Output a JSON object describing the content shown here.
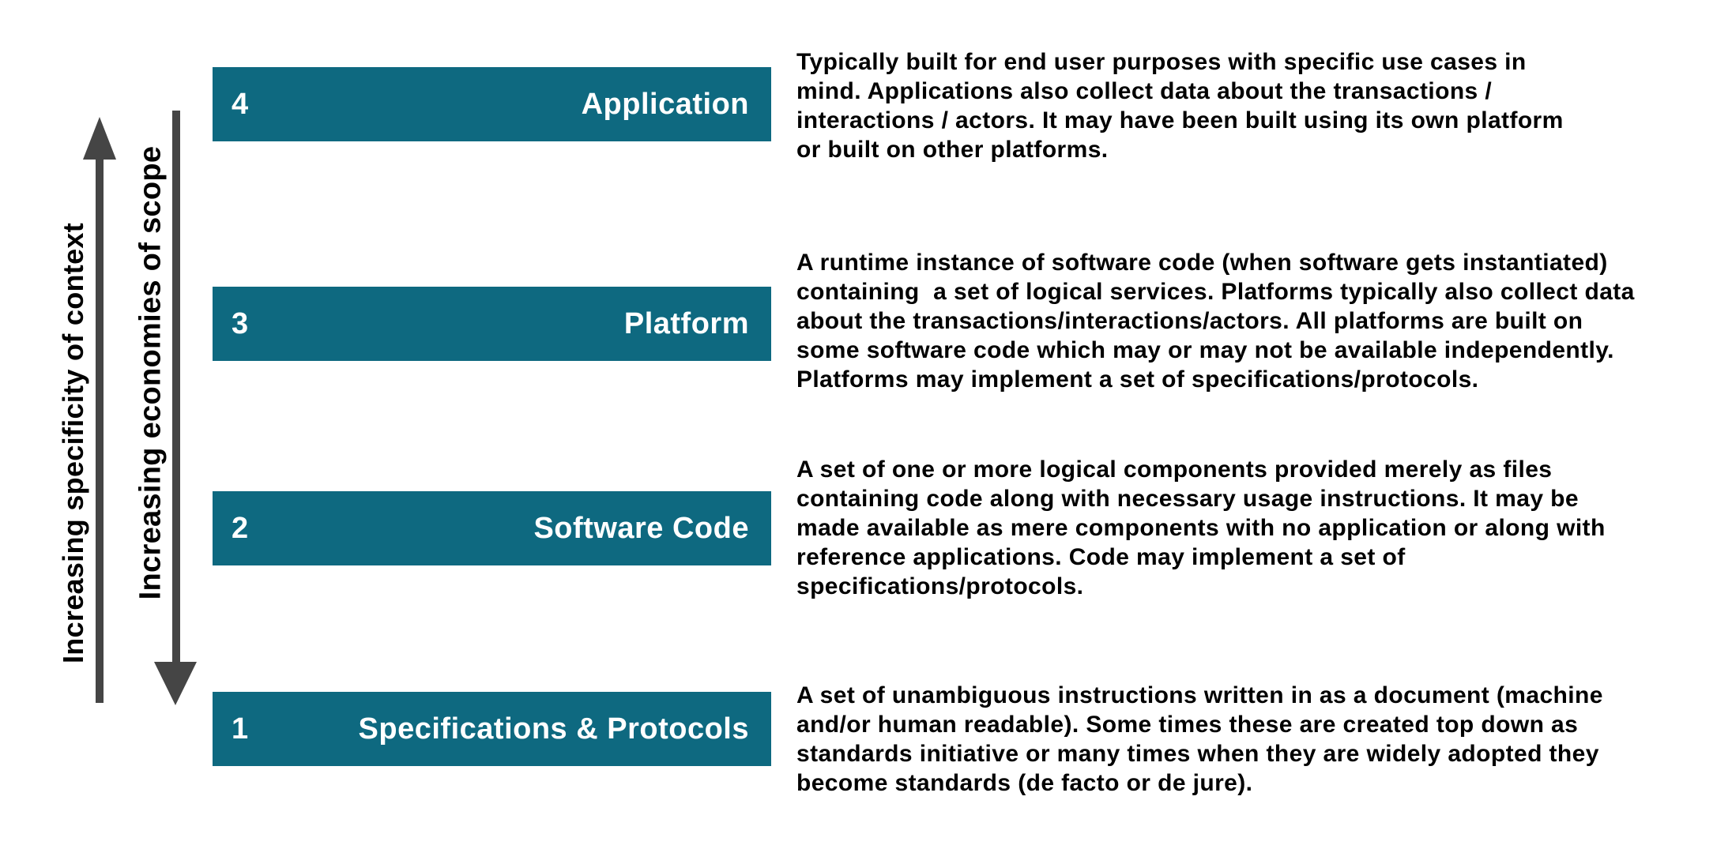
{
  "colors": {
    "bar_fill": "#0e6980",
    "bar_text": "#ffffff",
    "arrow": "#454545",
    "body_text": "#000000",
    "background": "#ffffff"
  },
  "axes": {
    "context_label": "Increasing specificity of context",
    "scope_label": "Increasing economies of scope"
  },
  "layers": [
    {
      "number": "4",
      "label": "Application",
      "description_lines": [
        "Typically built for end user purposes with specific use cases in",
        "mind. Applications also collect data about the transactions /",
        "interactions / actors. It may have been built using its own platform",
        "or built on other platforms."
      ]
    },
    {
      "number": "3",
      "label": "Platform",
      "description_lines": [
        "A runtime instance of software code (when software gets instantiated)",
        "containing  a set of logical services. Platforms typically also collect data",
        "about the transactions/interactions/actors. All platforms are built on",
        "some software code which may or may not be available independently.",
        "Platforms may implement a set of specifications/protocols."
      ]
    },
    {
      "number": "2",
      "label": "Software Code",
      "description_lines": [
        "A set of one or more logical components provided merely as files",
        "containing code along with necessary usage instructions. It may be",
        "made available as mere components with no application or along with",
        "reference applications. Code may implement a set of",
        "specifications/protocols."
      ]
    },
    {
      "number": "1",
      "label": "Specifications & Protocols",
      "description_lines": [
        "A set of unambiguous instructions written in as a document (machine",
        "and/or human readable). Some times these are created top down as",
        "standards initiative or many times when they are widely adopted they",
        "become standards (de facto or de jure)."
      ]
    }
  ]
}
